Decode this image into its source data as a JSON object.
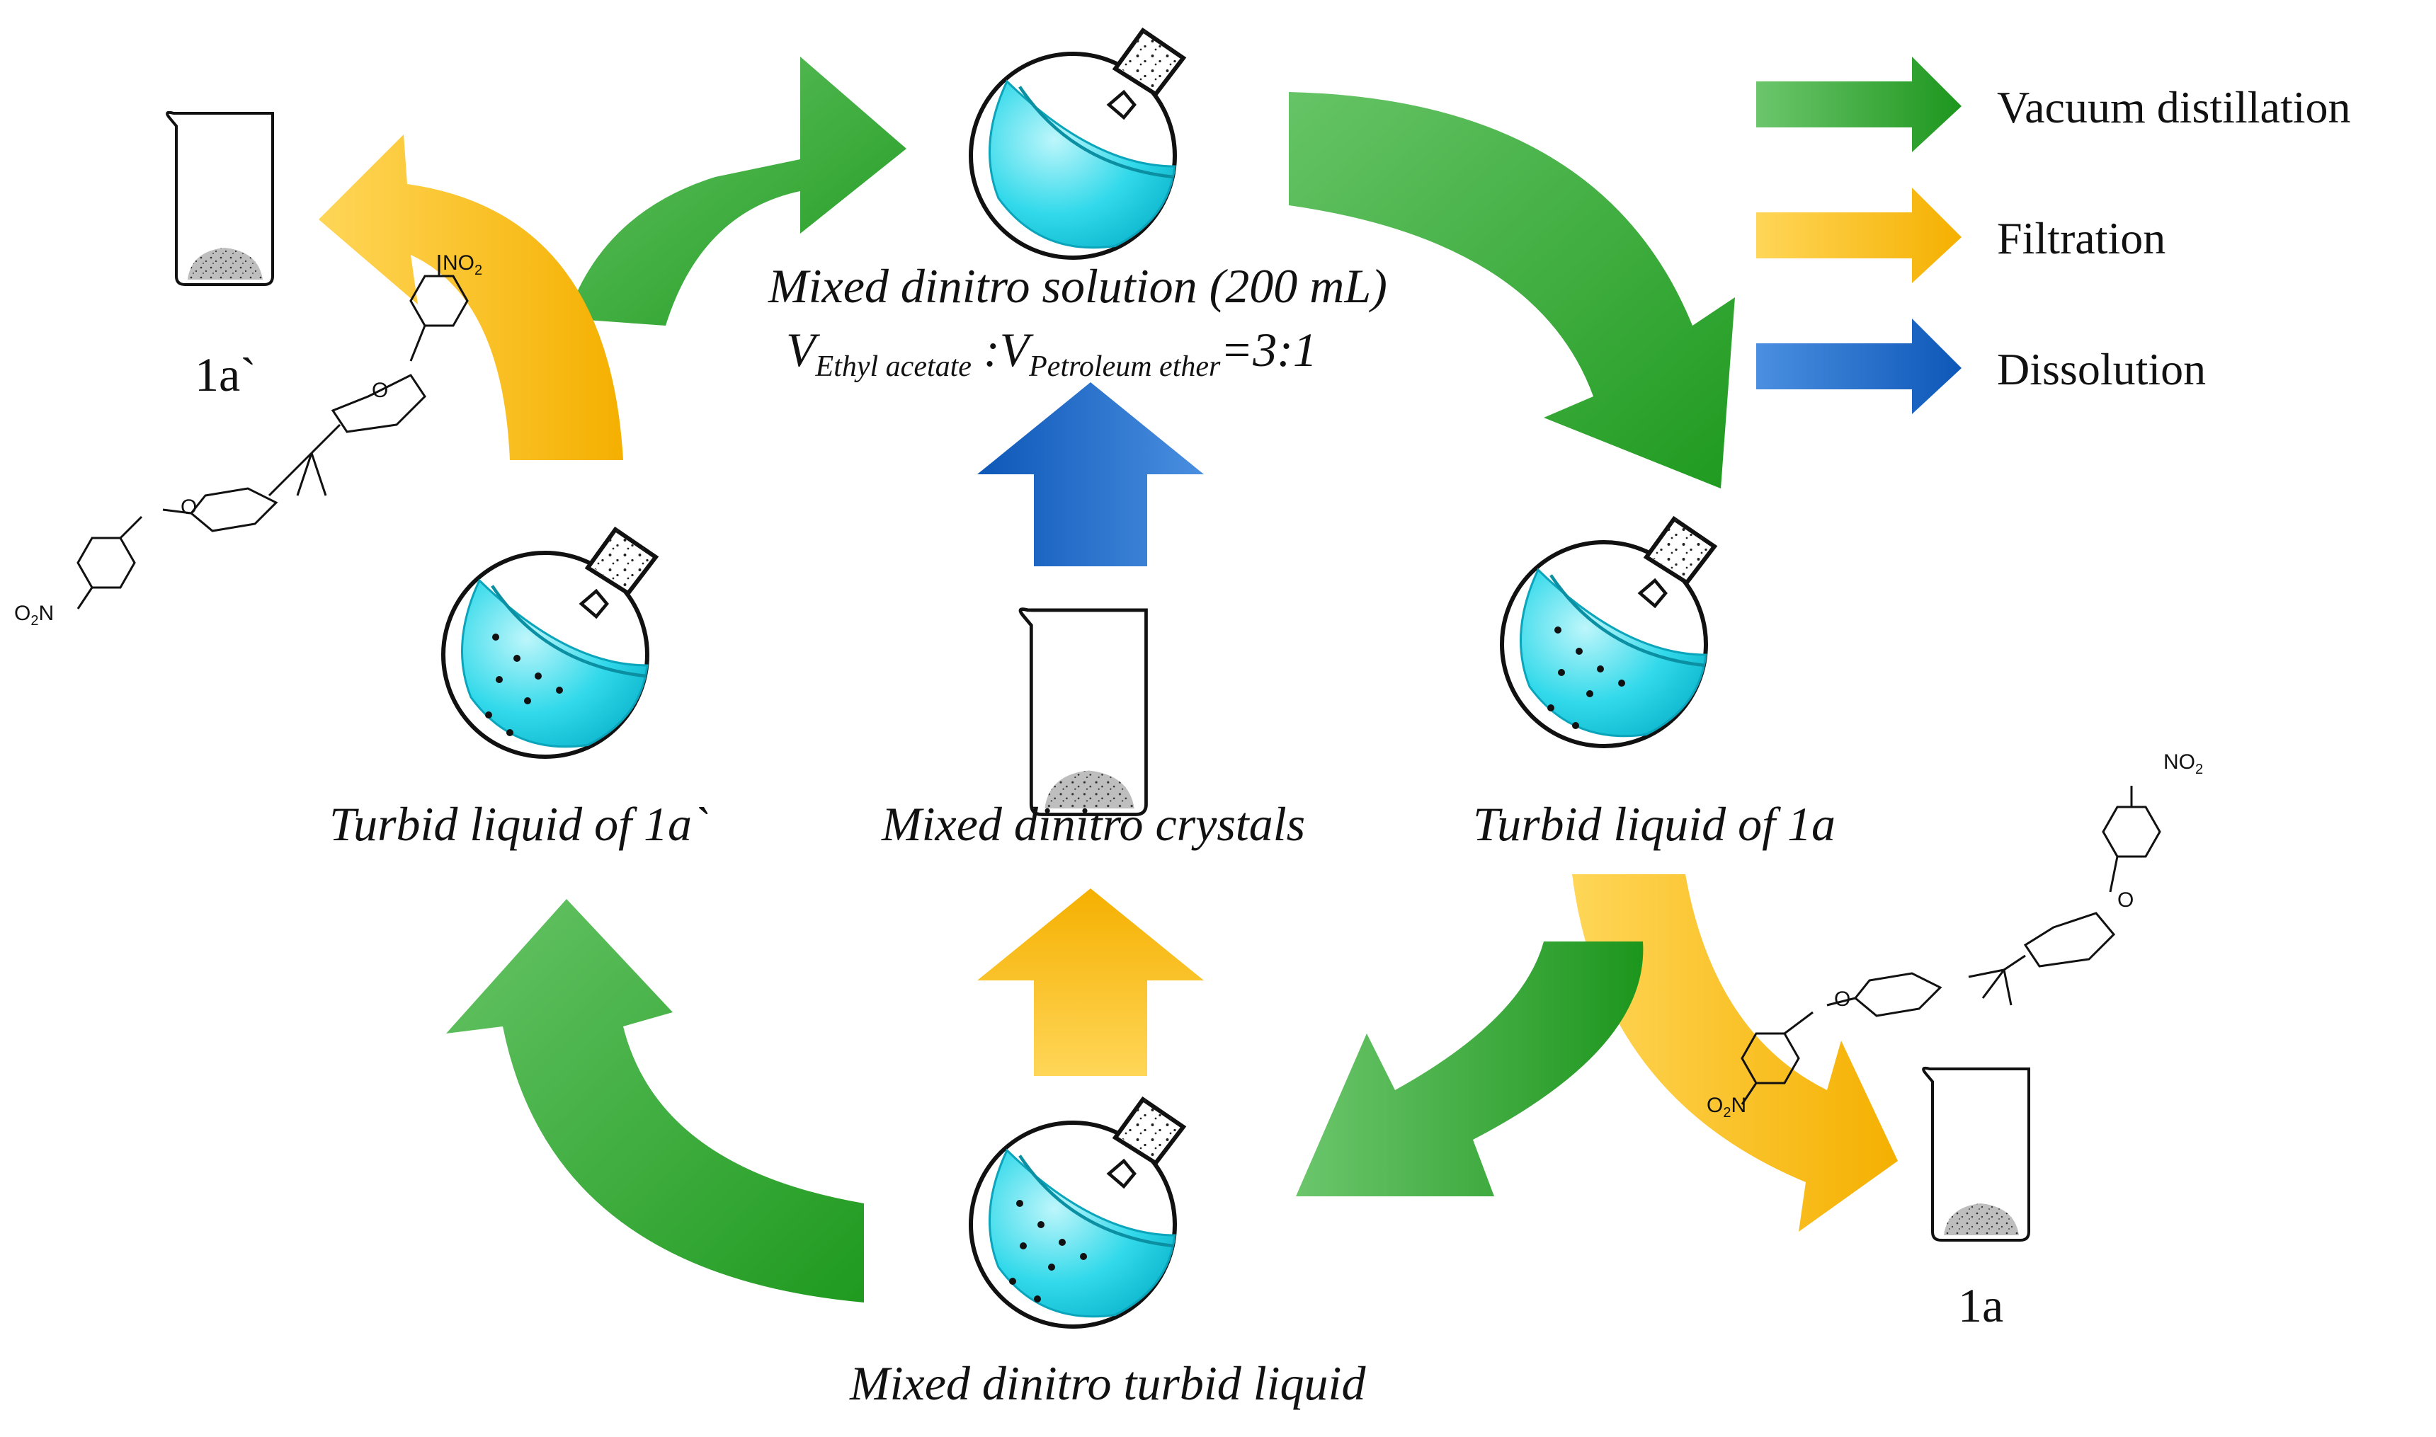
{
  "legend": {
    "items": [
      {
        "label": "Vacuum distillation",
        "color": "#2e9e2e"
      },
      {
        "label": "Filtration",
        "color": "#f3b400"
      },
      {
        "label": "Dissolution",
        "color": "#1764c3"
      }
    ]
  },
  "nodes": {
    "top": {
      "label": "Mixed dinitro solution (200 mL)",
      "ratio": {
        "v1": "V",
        "sub1": "Ethyl acetate",
        "colon": " :",
        "v2": "V",
        "sub2": "Petroleum ether",
        "tail": "=3:1"
      }
    },
    "right": {
      "label": "Turbid liquid of 1a"
    },
    "left": {
      "label": "Turbid liquid of 1a`"
    },
    "center": {
      "label": "Mixed dinitro crystals"
    },
    "bottom": {
      "label": "Mixed dinitro turbid liquid"
    }
  },
  "products": {
    "top_left": {
      "label": "1a`"
    },
    "bottom_right": {
      "label": "1a"
    }
  },
  "chem_labels": {
    "nitro": "NO",
    "nitro_sub": "2",
    "o2n_pre": "O",
    "o2n_sub": "2",
    "o2n_post": "N",
    "oxygen": "O"
  },
  "colors": {
    "green": "#2e9e2e",
    "yellow": "#f3b400",
    "blue": "#1764c3",
    "flask_liquid": "#32d9ea"
  }
}
